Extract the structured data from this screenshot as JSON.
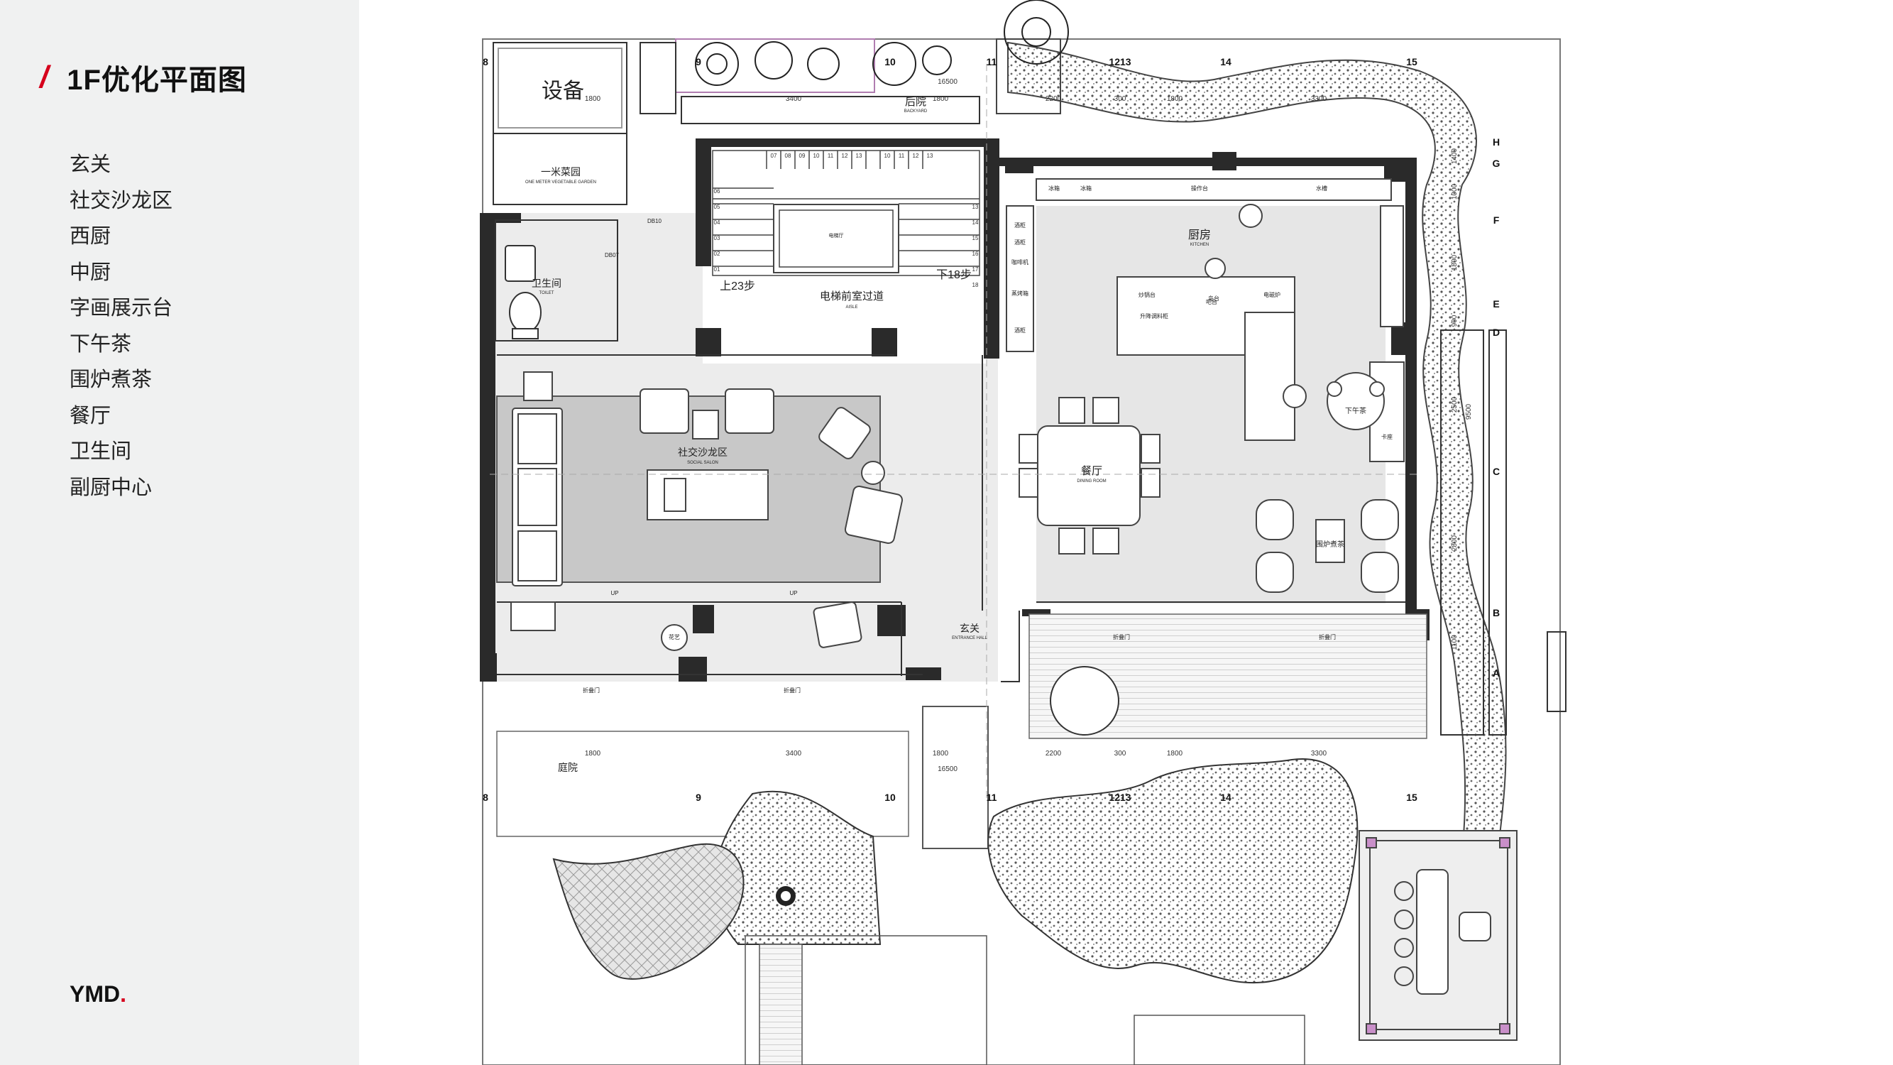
{
  "sidebar": {
    "title": "1F优化平面图",
    "items": [
      "玄关",
      "社交沙龙区",
      "西厨",
      "中厨",
      "字画展示台",
      "下午茶",
      "围炉煮茶",
      "餐厅",
      "卫生间",
      "副厨中心"
    ],
    "brand": "YMD",
    "brand_dot": "."
  },
  "plan": {
    "rooms": {
      "equipment": "设备",
      "veg_garden": "一米菜园",
      "veg_garden_en": "ONE METER VEGETABLE GARDEN",
      "toilet": "卫生间",
      "toilet_en": "TOILET",
      "up_stairs": "上23步",
      "elevator_hall": "电梯前室过道",
      "elevator_hall_en": "AISLE",
      "down_stairs": "下18步",
      "backyard": "后院",
      "backyard_en": "BACKYARD",
      "kitchen": "厨房",
      "kitchen_en": "KITCHEN",
      "salon": "社交沙龙区",
      "salon_en": "SOCIAL SALON",
      "dining": "餐厅",
      "dining_en": "DINING ROOM",
      "entrance": "玄关",
      "entrance_en": "ENTRANCE HALL",
      "afternoon_tea": "下午茶",
      "tea_stove": "围炉煮茶",
      "courtyard": "庭院",
      "elevator": "电梯厅",
      "island": "岛台",
      "flower": "花艺",
      "card": "卡座"
    },
    "kitchen_labels": [
      "冰箱",
      "冰箱",
      "操作台",
      "水槽",
      "酒柜",
      "酒柜",
      "咖啡机",
      "蒸烤箱",
      "酒柜",
      "炒锅台",
      "吧台",
      "电磁炉",
      "升降调料柜"
    ],
    "door_labels": [
      "折叠门",
      "折叠门",
      "折叠门",
      "折叠门"
    ],
    "small_labels": {
      "db10": "DB10",
      "db07": "DB07",
      "up": "UP"
    },
    "grid_top": [
      "8",
      "9",
      "10",
      "11",
      "1213",
      "14",
      "15"
    ],
    "grid_bottom": [
      "8",
      "9",
      "10",
      "11",
      "1213",
      "14",
      "15"
    ],
    "grid_right": [
      "H",
      "G",
      "F",
      "E",
      "D",
      "C",
      "B",
      "A"
    ],
    "dims_top": [
      "1800",
      "3400",
      "1800",
      "16500",
      "2200",
      "300",
      "1800",
      "3300"
    ],
    "dims_bottom": [
      "1800",
      "3400",
      "1800",
      "16500",
      "2200",
      "300",
      "1800",
      "3300"
    ],
    "dims_right": [
      "1400",
      "1000",
      "1800",
      "900",
      "2500",
      "9500",
      "2800",
      "1100"
    ],
    "stair_left_nums": [
      "06",
      "05",
      "04",
      "03",
      "02",
      "01"
    ],
    "stair_top_nums": [
      "07",
      "08",
      "09",
      "10",
      "11",
      "12",
      "13",
      "10",
      "11",
      "12",
      "13"
    ],
    "stair_right_nums": [
      "13",
      "14",
      "15",
      "16",
      "17",
      "18"
    ]
  }
}
